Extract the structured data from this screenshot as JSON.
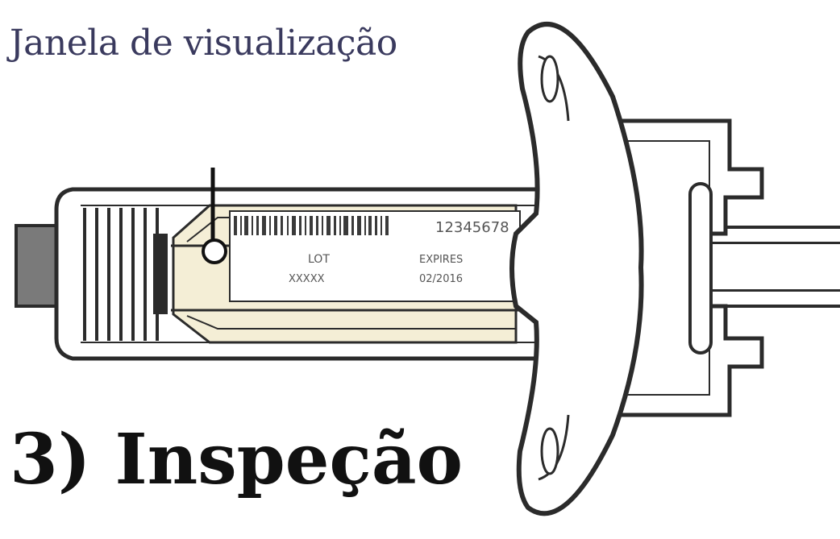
{
  "labels": {
    "window": "Janela de visualização",
    "step": "3) Inspeção"
  },
  "syringe_label": {
    "code": "12345678",
    "lot_label": "LOT",
    "lot_value": "XXXXX",
    "expires_label": "EXPIRES",
    "expires_value": "02/2016"
  },
  "colors": {
    "outline": "#2b2b2b",
    "label_text": "#3a3a5e",
    "step_text": "#111111",
    "window_fill": "#f4eed6",
    "plunger_fill": "#7a7a7a"
  },
  "icons": {
    "viewing_window_pointer": "pointer-line-circle-icon"
  }
}
